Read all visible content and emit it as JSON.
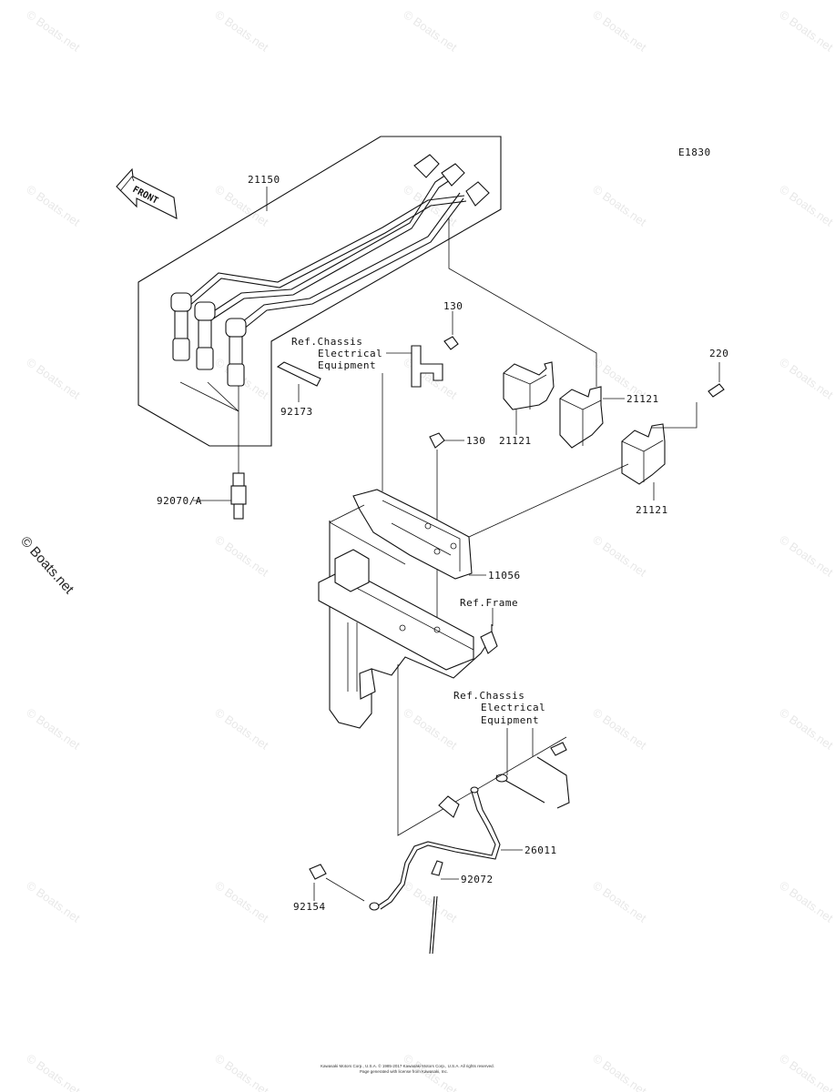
{
  "diagram_code": "E1830",
  "front_arrow_label": "FRONT",
  "part_numbers": {
    "p21150": "21150",
    "p130_top": "130",
    "p130_mid": "130",
    "p220": "220",
    "p21121_a": "21121",
    "p21121_b": "21121",
    "p21121_c": "21121",
    "p92173": "92173",
    "p92070": "92070/A",
    "p11056": "11056",
    "p26011": "26011",
    "p92072": "92072",
    "p92154": "92154"
  },
  "references": {
    "ref1": [
      "Ref.Chassis",
      "Electrical",
      "Equipment"
    ],
    "ref_frame": "Ref.Frame",
    "ref2": [
      "Ref.Chassis",
      "Electrical",
      "Equipment"
    ]
  },
  "watermark_text": "© Boats.net",
  "side_watermark": "© Boats.net",
  "copyright": [
    "Kawasaki Motors Corp., U.S.A. © 1985-2017 Kawasaki Motors Corp., U.S.A. All rights reserved.",
    "Page generated with license from Kawasaki, Inc."
  ]
}
